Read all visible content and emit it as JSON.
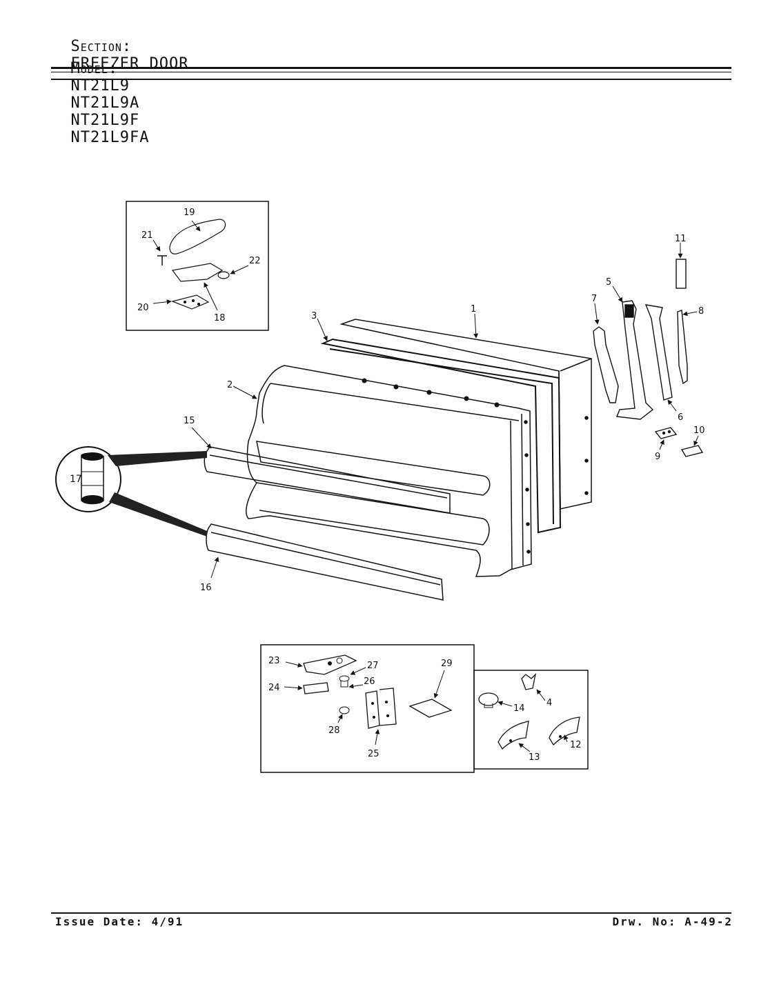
{
  "header": {
    "section_label": "Section:",
    "section_value": "FREEZER DOOR",
    "model_label": "Model:",
    "models": [
      "NT21L9",
      "NT21L9A",
      "NT21L9F",
      "NT21L9FA"
    ]
  },
  "footer": {
    "issue_date": "Issue Date: 4/91",
    "drawing_no": "Drw. No: A-49-2"
  },
  "callouts": {
    "c1": "1",
    "c2": "2",
    "c3": "3",
    "c4": "4",
    "c5": "5",
    "c6": "6",
    "c7": "7",
    "c8": "8",
    "c9": "9",
    "c10": "10",
    "c11": "11",
    "c12": "12",
    "c13": "13",
    "c14": "14",
    "c15": "15",
    "c16": "16",
    "c17": "17",
    "c18": "18",
    "c19": "19",
    "c20": "20",
    "c21": "21",
    "c22": "22",
    "c23": "23",
    "c24": "24",
    "c25": "25",
    "c26": "26",
    "c27": "27",
    "c28": "28",
    "c29": "29"
  }
}
